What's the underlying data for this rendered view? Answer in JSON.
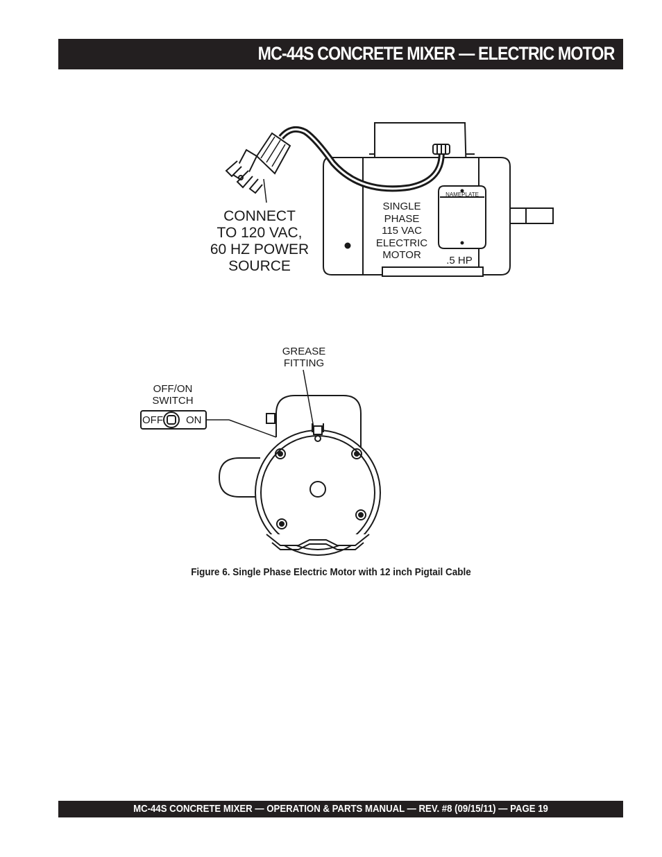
{
  "header": {
    "title": "MC-44S CONCRETE MIXER — ELECTRIC MOTOR"
  },
  "figure_top": {
    "plug_label": [
      "CONNECT",
      "TO 120 VAC,",
      "60 HZ POWER",
      "SOURCE"
    ],
    "motor_label": [
      "SINGLE",
      "PHASE",
      "115 VAC",
      "ELECTRIC",
      "MOTOR"
    ],
    "nameplate": "NAMEPLATE",
    "hp": ".5 HP"
  },
  "figure_bottom": {
    "grease_label": [
      "GREASE",
      "FITTING"
    ],
    "switch_label": [
      "OFF/ON",
      "SWITCH"
    ],
    "switch_off": "OFF",
    "switch_on": "ON"
  },
  "caption": "Figure 6. Single Phase Electric Motor with 12 inch Pigtail Cable",
  "footer": {
    "text": "MC-44S CONCRETE MIXER — OPERATION & PARTS MANUAL — REV. #8 (09/15/11) — PAGE 19"
  }
}
